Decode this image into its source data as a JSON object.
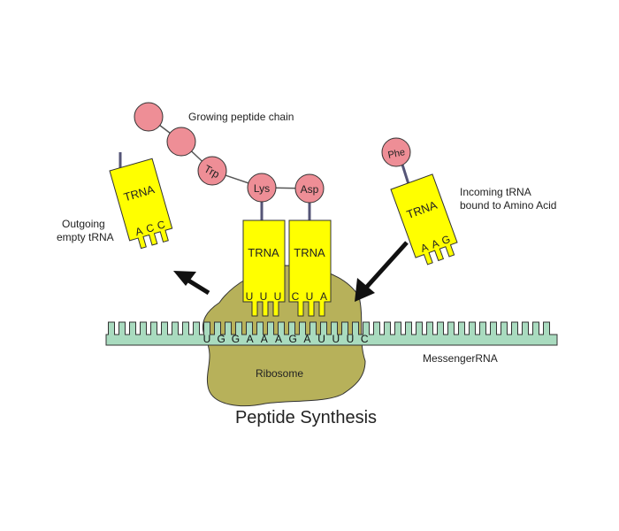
{
  "title": "Peptide Synthesis",
  "labels": {
    "growing_chain": "Growing peptide chain",
    "incoming_line1": "Incoming  tRNA",
    "incoming_line2": "bound to Amino Acid",
    "outgoing_line1": "Outgoing",
    "outgoing_line2": "empty tRNA",
    "ribosome": "Ribosome",
    "mrna": "MessengerRNA"
  },
  "amino_acids": {
    "trp": "Trp",
    "lys": "Lys",
    "asp": "Asp",
    "phe": "Phe"
  },
  "trnas": {
    "outgoing": {
      "label": "TRNA",
      "anticodon": [
        "A",
        "C",
        "C"
      ]
    },
    "middle_left": {
      "label": "TRNA",
      "anticodon": [
        "U",
        "U",
        "U"
      ]
    },
    "middle_right": {
      "label": "TRNA",
      "anticodon": [
        "C",
        "U",
        "A"
      ]
    },
    "incoming": {
      "label": "TRNA",
      "anticodon": [
        "A",
        "A",
        "G"
      ]
    }
  },
  "mrna_bases": [
    "U",
    "G",
    "G",
    "A",
    "A",
    "A",
    "G",
    "A",
    "U",
    "U",
    "U",
    "C"
  ],
  "colors": {
    "trna_fill": "#ffff00",
    "amino_fill": "#ee8e96",
    "ribosome_fill": "#b7b15a",
    "mrna_fill": "#a9dbbf",
    "outline": "#333333",
    "arrow": "#111111"
  }
}
